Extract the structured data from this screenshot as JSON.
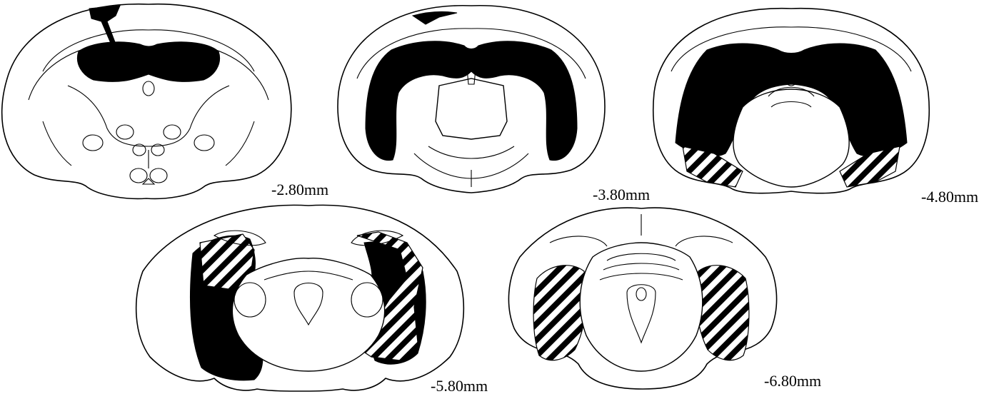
{
  "figure": {
    "colors": {
      "lesion_solid": "#000000",
      "lesion_hatched": "#000000",
      "outline": "#000000",
      "background": "#ffffff"
    },
    "sections": [
      {
        "label": "-2.80mm"
      },
      {
        "label": "-3.80mm"
      },
      {
        "label": "-4.80mm"
      },
      {
        "label": "-5.80mm"
      },
      {
        "label": "-6.80mm"
      }
    ]
  }
}
